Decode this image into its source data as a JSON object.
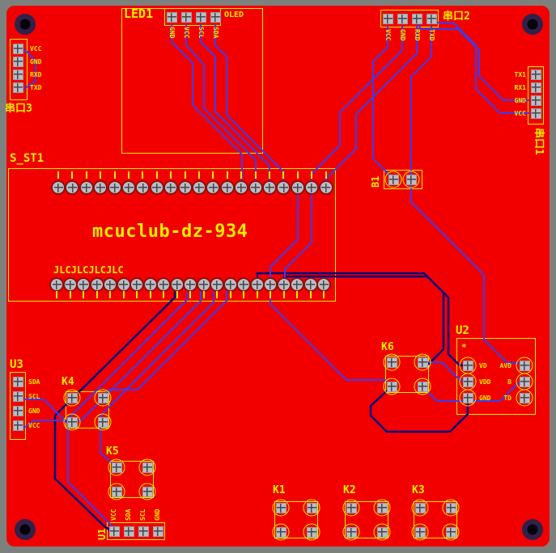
{
  "colors": {
    "board_red": "#f20000",
    "silkscreen_yellow": "#ecec00",
    "trace_top_blue": "#3c3cf0",
    "trace_bottom_navy": "#00007d",
    "pad_gray": "#b9bdc4"
  },
  "module": {
    "designator": "S_ST1",
    "title": "mcuclub-dz-934",
    "subtitle": "JLCJLCJLCJLC"
  },
  "led1": {
    "label": "LED1",
    "header_label": "OLED",
    "pins": [
      "GND",
      "VCC",
      "SCL",
      "SDA"
    ]
  },
  "serial2": {
    "label": "串口2",
    "pins": [
      "VCC",
      "GND",
      "RXD",
      "TXD"
    ]
  },
  "serial3": {
    "label": "串口3",
    "pins": [
      "VCC",
      "GND",
      "RXD",
      "TXD"
    ]
  },
  "serial1": {
    "label": "串口1",
    "pins": [
      "TX1",
      "RX1",
      "GND",
      "VCC"
    ]
  },
  "b1": {
    "label": "B1"
  },
  "u1": {
    "label": "U1",
    "pins": [
      "VCC",
      "SDA",
      "SCL",
      "GND"
    ]
  },
  "u2": {
    "label": "U2",
    "star": "*",
    "left_pins": [
      "VD",
      "VDD",
      "GND"
    ],
    "right_pins": [
      "AVD",
      "B",
      "TD"
    ]
  },
  "u3": {
    "label": "U3",
    "pins": [
      "SDA",
      "SCL",
      "GND",
      "VCC"
    ]
  },
  "keys": {
    "k1": "K1",
    "k2": "K2",
    "k3": "K3",
    "k4": "K4",
    "k5": "K5",
    "k6": "K6"
  }
}
